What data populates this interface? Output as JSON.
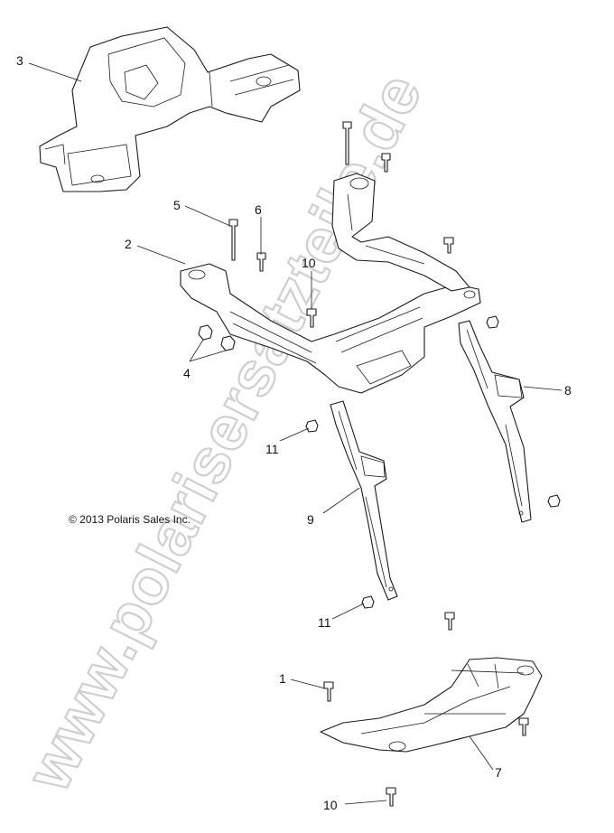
{
  "watermark": "www.polarisersatzteile.de",
  "copyright": "© 2013 Polaris Sales Inc.",
  "callouts": {
    "c1": "1",
    "c2": "2",
    "c3": "3",
    "c4": "4",
    "c5": "5",
    "c6": "6",
    "c7": "7",
    "c8": "8",
    "c9": "9",
    "c10a": "10",
    "c10b": "10",
    "c11a": "11",
    "c11b": "11"
  },
  "colors": {
    "line": "#1a1a1a",
    "watermark": "#cfcfcf",
    "background": "#ffffff"
  }
}
